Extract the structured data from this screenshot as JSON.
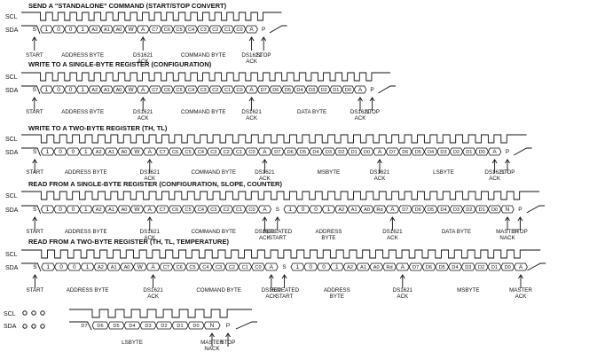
{
  "signals": {
    "scl": "SCL",
    "sda": "SDA"
  },
  "diagrams": [
    {
      "title": "SEND A \"STANDALONE\" COMMAND (START/STOP CONVERT)",
      "bits": [
        "S",
        "1",
        "0",
        "0",
        "1",
        "A2",
        "A1",
        "A0",
        "W",
        "A",
        "C7",
        "C6",
        "C5",
        "C4",
        "C3",
        "C2",
        "C1",
        "C0",
        "A",
        "P"
      ],
      "labels": [
        "START",
        "ADDRESS BYTE",
        "DS1621\nACK",
        "COMMAND BYTE",
        "DS1621\nACK",
        "STOP"
      ]
    },
    {
      "title": "WRITE TO A SINGLE-BYTE REGISTER (CONFIGURATION)",
      "bits": [
        "S",
        "1",
        "0",
        "0",
        "1",
        "A2",
        "A1",
        "A0",
        "W",
        "A",
        "C7",
        "C6",
        "C5",
        "C4",
        "C3",
        "C2",
        "C1",
        "C0",
        "A",
        "D7",
        "D6",
        "D5",
        "D4",
        "D3",
        "D2",
        "D1",
        "D0",
        "A",
        "P"
      ],
      "labels": [
        "START",
        "ADDRESS BYTE",
        "DS1621\nACK",
        "COMMAND BYTE",
        "DS1621\nACK",
        "DATA BYTE",
        "DS1621\nACK",
        "STOP"
      ]
    },
    {
      "title": "WRITE TO A TWO-BYTE REGISTER (TH, TL)",
      "bits": [
        "S",
        "1",
        "0",
        "0",
        "1",
        "A2",
        "A1",
        "A0",
        "W",
        "A",
        "C7",
        "C6",
        "C5",
        "C4",
        "C3",
        "C2",
        "C1",
        "C0",
        "A",
        "D7",
        "D6",
        "D5",
        "D4",
        "D3",
        "D2",
        "D1",
        "D0",
        "A",
        "D7",
        "D6",
        "D5",
        "D4",
        "D3",
        "D2",
        "D1",
        "D0",
        "A",
        "P"
      ],
      "labels": [
        "START",
        "ADDRESS BYTE",
        "DS1621\nACK",
        "COMMAND BYTE",
        "DS1621\nACK",
        "MSBYTE",
        "DS1621\nACK",
        "LSBYTE",
        "DS1621\nACK",
        "STOP"
      ]
    },
    {
      "title": "READ FROM A SINGLE-BYTE REGISTER (CONFIGURATION, SLOPE, COUNTER)",
      "bits": [
        "S",
        "1",
        "0",
        "0",
        "1",
        "A2",
        "A1",
        "A0",
        "W",
        "A",
        "C7",
        "C6",
        "C5",
        "C4",
        "C3",
        "C2",
        "C1",
        "C0",
        "A",
        "S",
        "1",
        "0",
        "0",
        "1",
        "A2",
        "A1",
        "A0",
        "Rd",
        "A",
        "D7",
        "D6",
        "D5",
        "D4",
        "D3",
        "D2",
        "D1",
        "D0",
        "N",
        "P"
      ],
      "labels": [
        "START",
        "ADDRESS BYTE",
        "DS1621\nACK",
        "COMMAND BYTE",
        "DS1621\nACK",
        "REPEATED\nSTART",
        "ADDRESS\nBYTE",
        "DS1621\nACK",
        "DATA BYTE",
        "MASTER\nNACK",
        "STOP"
      ]
    },
    {
      "title": "READ FROM A TWO-BYTE REGISTER (TH, TL, TEMPERATURE)",
      "bits": [
        "S",
        "1",
        "0",
        "0",
        "1",
        "A2",
        "A1",
        "A0",
        "W",
        "A",
        "C7",
        "C6",
        "C5",
        "C4",
        "C3",
        "C2",
        "C1",
        "C0",
        "A",
        "S",
        "1",
        "0",
        "0",
        "1",
        "A2",
        "A1",
        "A0",
        "Rd",
        "A",
        "D7",
        "D6",
        "D5",
        "D4",
        "D3",
        "D2",
        "D1",
        "D0",
        "A"
      ],
      "labels": [
        "START",
        "ADDRESS BYTE",
        "DS1621\nACK",
        "COMMAND BYTE",
        "DS1621\nACK",
        "REPEATED\nSTART",
        "ADDRESS\nBYTE",
        "DS1621\nACK",
        "MSBYTE",
        "MASTER\nACK"
      ]
    },
    {
      "title": "",
      "bits": [
        "D7",
        "D6",
        "D5",
        "D4",
        "D3",
        "D2",
        "D1",
        "D0",
        "N",
        "P"
      ],
      "labels": [
        "LSBYTE",
        "MASTER\nNACK",
        "STOP"
      ]
    }
  ]
}
